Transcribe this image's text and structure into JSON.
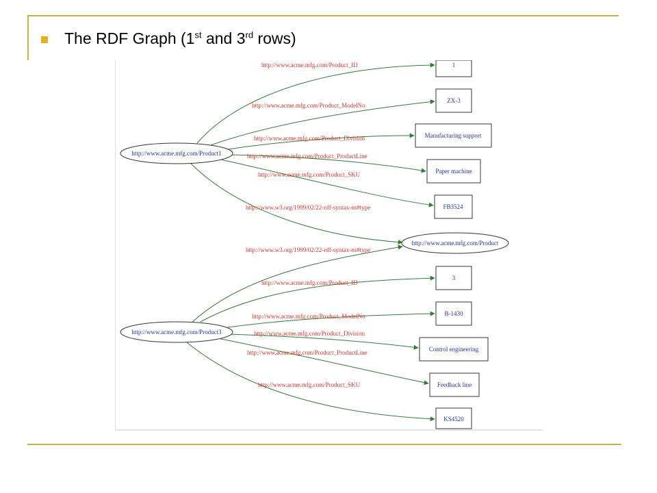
{
  "slide": {
    "title_main": "The RDF Graph (1",
    "title_sup1": "st",
    "title_mid": " and 3",
    "title_sup2": "rd",
    "title_end": " rows)"
  },
  "graph": {
    "nodes": {
      "product1": "http://www.acme.mfg.com/Product1",
      "product3": "http://www.acme.mfg.com/Product3",
      "product_class": "http://www.acme.mfg.com/Product",
      "lit_1": "1",
      "lit_zx3": "ZX-3",
      "lit_manuf": "Manufacturing support",
      "lit_paper": "Paper machine",
      "lit_fb3524": "FB3524",
      "lit_3": "3",
      "lit_b1430": "B-1430",
      "lit_control": "Control engineering",
      "lit_feedback": "Feedback line",
      "lit_ks4520": "KS4520"
    },
    "edges": {
      "p1_id": "http://www.acme.mfg.com/Product_ID",
      "p1_model": "http://www.acme.mfg.com/Product_ModelNo",
      "p1_div": "http://www.acme.mfg.com/Product_Division",
      "p1_line": "http://www.acme.mfg.com/Product_ProductLine",
      "p1_sku": "http://www.acme.mfg.com/Product_SKU",
      "p1_type": "http://www.w3.org/1999/02/22-rdf-syntax-ns#type",
      "p3_type": "http://www.w3.org/1999/02/22-rdf-syntax-ns#type",
      "p3_id": "http://www.acme.mfg.com/Product_ID",
      "p3_model": "http://www.acme.mfg.com/Product_ModelNo",
      "p3_div": "http://www.acme.mfg.com/Product_Division",
      "p3_line": "http://www.acme.mfg.com/Product_ProductLine",
      "p3_sku": "http://www.acme.mfg.com/Product_SKU"
    }
  },
  "colors": {
    "rule": "#c9b04a",
    "bullet": "#e1b21c",
    "edge": "#2e7d32",
    "edge_label": "#e0302a",
    "node_label": "#2233aa"
  }
}
